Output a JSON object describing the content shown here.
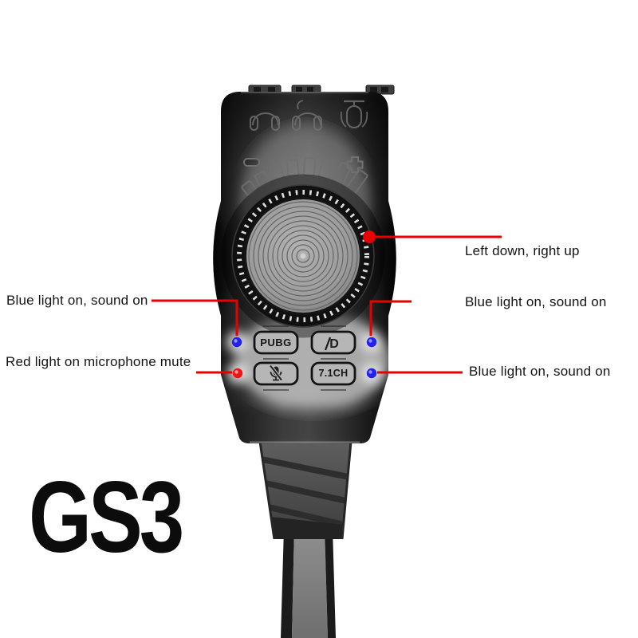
{
  "product": {
    "model_label": "GS3"
  },
  "annotations": {
    "dial": {
      "label": "Left down, right up"
    },
    "left_sound": {
      "label": "Blue light on, sound on"
    },
    "mic_mute": {
      "label": "Red light on microphone mute"
    },
    "right_sound": {
      "label": "Blue light on, sound on"
    },
    "channel_sound": {
      "label": "Blue light on, sound on"
    }
  },
  "device": {
    "buttons": {
      "pubg_label": "PUBG",
      "channel_label": "7.1CH"
    },
    "icons": {
      "sound_mode_glyph": "D",
      "headphone_jack": "headphone-icon",
      "headset_jack": "headset-with-mic-icon",
      "microphone_jack": "microphone-icon",
      "mic_mute": "mic-mute-icon",
      "volume_minus": "minus-icon",
      "volume_plus": "plus-icon",
      "volume_dial": "volume-dial"
    }
  },
  "colors": {
    "annotation_red": "#e60000",
    "led_blue": "#2222ee",
    "led_red": "#f01414",
    "label_text": "#151515"
  }
}
